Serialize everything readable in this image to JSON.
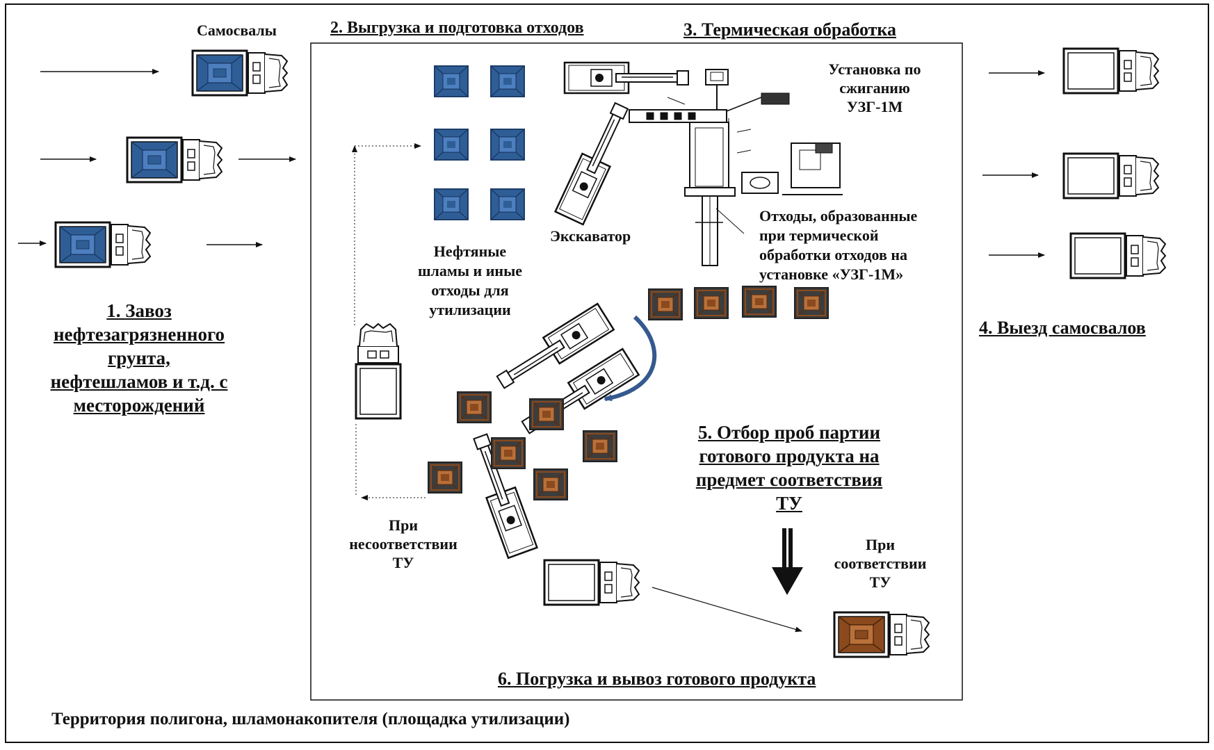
{
  "labels": {
    "trucks_heading": "Самосвалы",
    "step1": [
      "1. Завоз",
      "нефтезагрязненного",
      "грунта,",
      "нефтешламов и т.д. с",
      "месторождений"
    ],
    "step2": "2. Выгрузка и подготовка отходов",
    "step3": "3. Термическая обработка",
    "step4": "4. Выезд самосвалов",
    "step5": [
      "5. Отбор проб партии",
      "готового продукта на",
      "предмет соответствия",
      "ТУ"
    ],
    "step6": "6. Погрузка и вывоз готового продукта",
    "plant": [
      "Установка по",
      "сжиганию",
      "УЗГ-1М"
    ],
    "excavator": "Экскаватор",
    "waste_piles": [
      "Нефтяные",
      "шламы и иные",
      "отходы для",
      "утилизации"
    ],
    "thermal_waste": [
      "Отходы, образованные",
      "при термической",
      "обработки отходов на",
      "установке «УЗГ-1М»"
    ],
    "nonconform": [
      "При",
      "несоответствии",
      "ТУ"
    ],
    "conform": [
      "При",
      "соответствии",
      "ТУ"
    ],
    "territory": "Территория полигона, шламонакопителя (площадка утилизации)"
  },
  "colors": {
    "raw_waste": "#2f5e96",
    "raw_waste_inner": "#4d7fbf",
    "processed": "#8a4a1e",
    "processed_inner": "#b8703a",
    "arc": "#35598f",
    "line": "#111111"
  }
}
